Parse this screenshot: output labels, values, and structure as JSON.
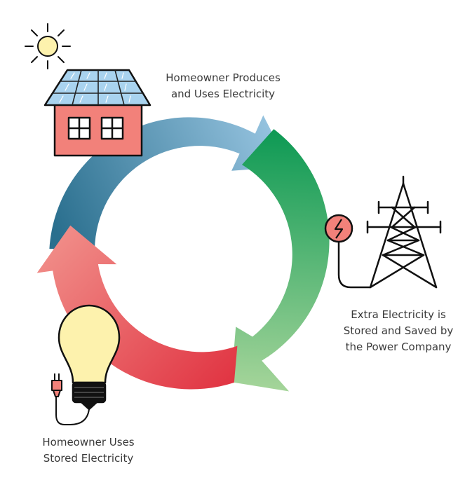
{
  "labels": {
    "produces": "Homeowner Produces\nand Uses Electricity",
    "stored": "Extra Electricity is\nStored and Saved by\nthe Power Company",
    "uses": "Homeowner  Uses\nStored Electricity"
  },
  "colors": {
    "blue_dark": "#2a6f8e",
    "blue_light": "#9cc8e4",
    "green_dark": "#0f9a55",
    "green_light": "#a6d59a",
    "red_dark": "#e0303f",
    "red_light": "#f08a86",
    "house_wall": "#f2817a",
    "solar_panel": "#a9d3ef",
    "sun": "#fdf2ad",
    "bulb": "#fdf2ad",
    "meter": "#f2817a"
  },
  "icons": {
    "sun": "sun-icon",
    "house": "house-icon",
    "tower": "power-tower-icon",
    "meter": "electric-meter-icon",
    "bulb": "light-bulb-icon",
    "plug": "plug-icon"
  }
}
